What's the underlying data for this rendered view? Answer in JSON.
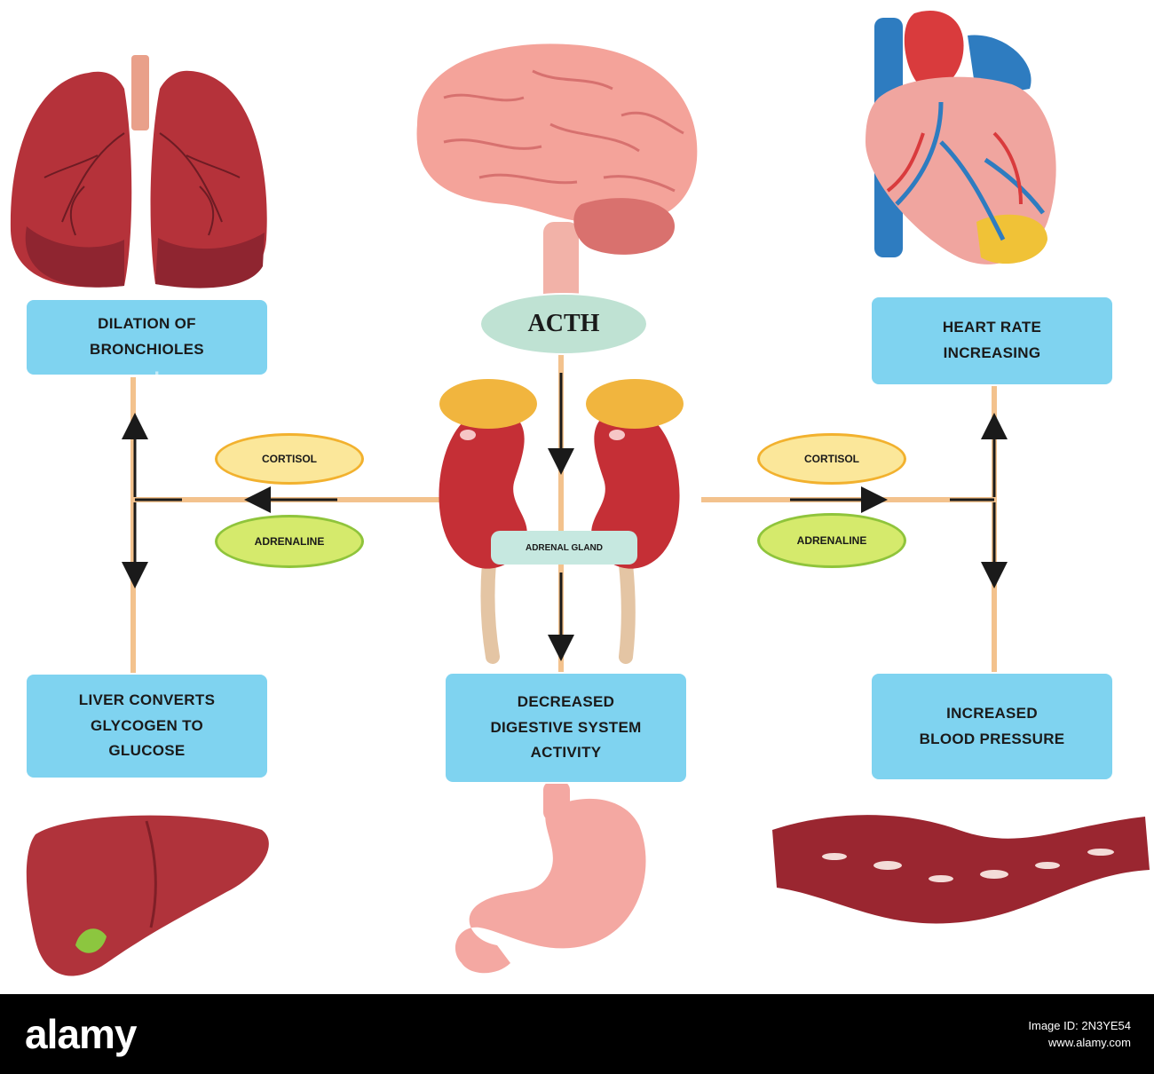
{
  "diagram": {
    "acth_label": "ACTH",
    "adrenal_gland_label": "ADRENAL GLAND",
    "left_hormones": {
      "cortisol": "CORTISOL",
      "adrenaline": "ADRENALINE"
    },
    "right_hormones": {
      "cortisol": "CORTISOL",
      "adrenaline": "ADRENALINE"
    },
    "effects": {
      "lungs": [
        "DILATION OF",
        "BRONCHIOLES"
      ],
      "heart": [
        "HEART RATE",
        "INCREASING"
      ],
      "liver": [
        "LIVER CONVERTS",
        "GLYCOGEN TO",
        "GLUCOSE"
      ],
      "digestive": [
        "DECREASED",
        "DIGESTIVE SYSTEM",
        "ACTIVITY"
      ],
      "blood": [
        "INCREASED",
        "BLOOD PRESSURE"
      ]
    },
    "watermark": "alamy"
  },
  "footer": {
    "logo": "alamy",
    "image_id_label": "Image ID: 2N3YE54",
    "site": "www.alamy.com"
  },
  "colors": {
    "box_blue": "#7fd3f0",
    "connector_orange": "#f3c28d",
    "cortisol_fill": "#fbe79a",
    "adrenaline_fill": "#d5ea6c",
    "acth_fill": "#bfe2d3"
  }
}
